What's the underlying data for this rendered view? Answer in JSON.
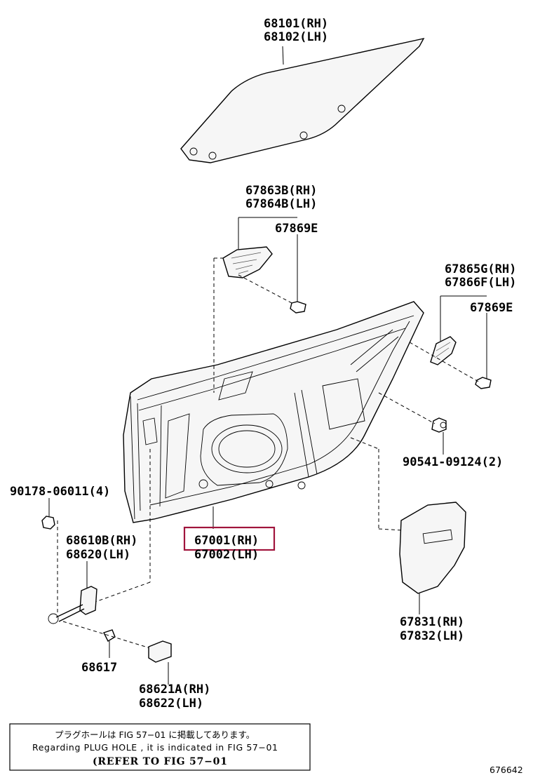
{
  "labels": {
    "glass": [
      "68101(RH)",
      "68102(LH)"
    ],
    "hinge_cover": [
      "67863B(RH)",
      "67864B(LH)"
    ],
    "clip_top": "67869E",
    "handle_bracket": [
      "67865G(RH)",
      "67866F(LH)"
    ],
    "clip_right": "67869E",
    "grommet": "90541-09124(2)",
    "bolt": "90178-06011(4)",
    "door_check": [
      "68610B(RH)",
      "68620(LH)"
    ],
    "door_panel_rh": "67001(RH)",
    "door_panel_lh": "67002(LH)",
    "service_hole_cover": [
      "67831(RH)",
      "67832(LH)"
    ],
    "screw": "68617",
    "stopper": [
      "68621A(RH)",
      "68622(LH)"
    ]
  },
  "note": {
    "jp": "プラグホールは FIG  57−01 に掲載してあります。",
    "en": "Regarding  PLUG  HOLE , it is indicated in FIG  57−01",
    "ref": "(REFER TO FIG 57−01"
  },
  "figure_id": "676642",
  "colors": {
    "highlight": "#a0143c",
    "line": "#000000"
  }
}
